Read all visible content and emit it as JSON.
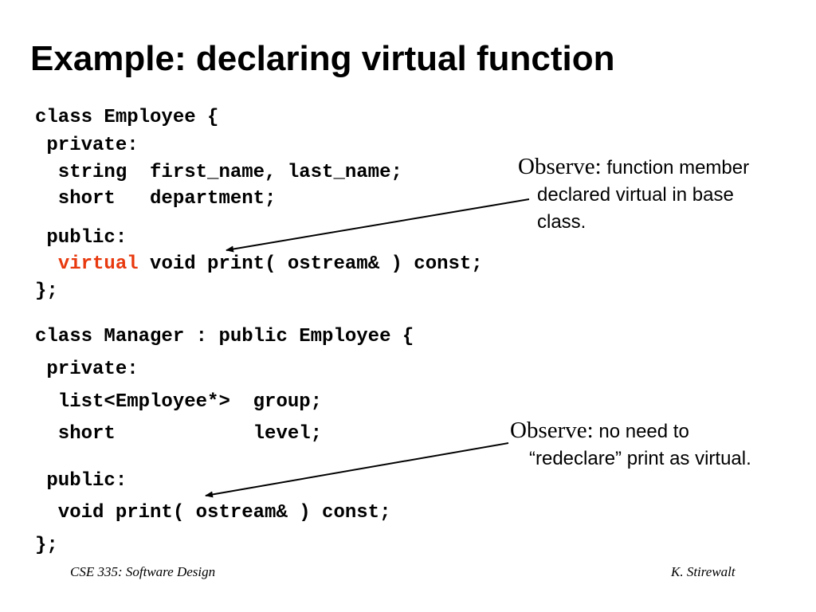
{
  "slide": {
    "title": "Example: declaring virtual function",
    "employee_code": {
      "line1": "class Employee {",
      "line2": " private:",
      "line3": "  string  first_name, last_name;",
      "line4": "  short   department;",
      "line5": " public:",
      "line6_keyword": "virtual",
      "line6_rest": " void print( ostream& ) const;",
      "line7": "};"
    },
    "manager_code": {
      "line1": "class Manager : public Employee {",
      "line2": " private:",
      "line3": "  list<Employee*>  group;",
      "line4": "  short            level;",
      "line5": " public:",
      "line6": "  void print( ostream& ) const;",
      "line7": "};"
    },
    "note1": {
      "observe": "Observe:",
      "text1": " function member",
      "text2": "declared virtual in base",
      "text3": "class."
    },
    "note2": {
      "observe": "Observe:",
      "text1": " no need to",
      "text2": "“redeclare” print as virtual."
    },
    "footer": {
      "left": "CSE 335: Software Design",
      "right": "K. Stirewalt"
    },
    "colors": {
      "keyword_highlight": "#e8390e"
    }
  }
}
